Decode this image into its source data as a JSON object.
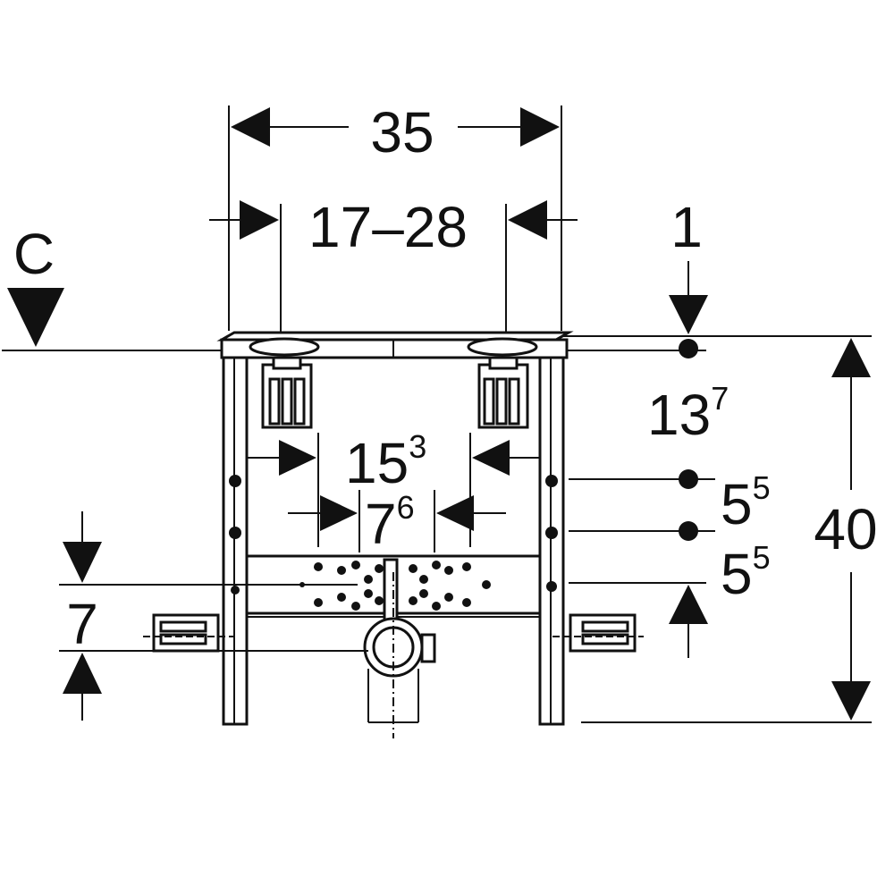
{
  "labels": {
    "section_marker": "C",
    "overall_width": "35",
    "adjust_range": "17–28",
    "top_offset": "1",
    "spacing_a_main": "13",
    "spacing_a_sup": "7",
    "spacing_b_main": "15",
    "spacing_b_sup": "3",
    "spacing_c_main": "7",
    "spacing_c_sup": "6",
    "spacing_d_main": "5",
    "spacing_d_sup": "5",
    "spacing_e_main": "5",
    "spacing_e_sup": "5",
    "overall_height": "40",
    "left_offset": "7"
  },
  "colors": {
    "line": "#111111",
    "background": "#ffffff"
  }
}
